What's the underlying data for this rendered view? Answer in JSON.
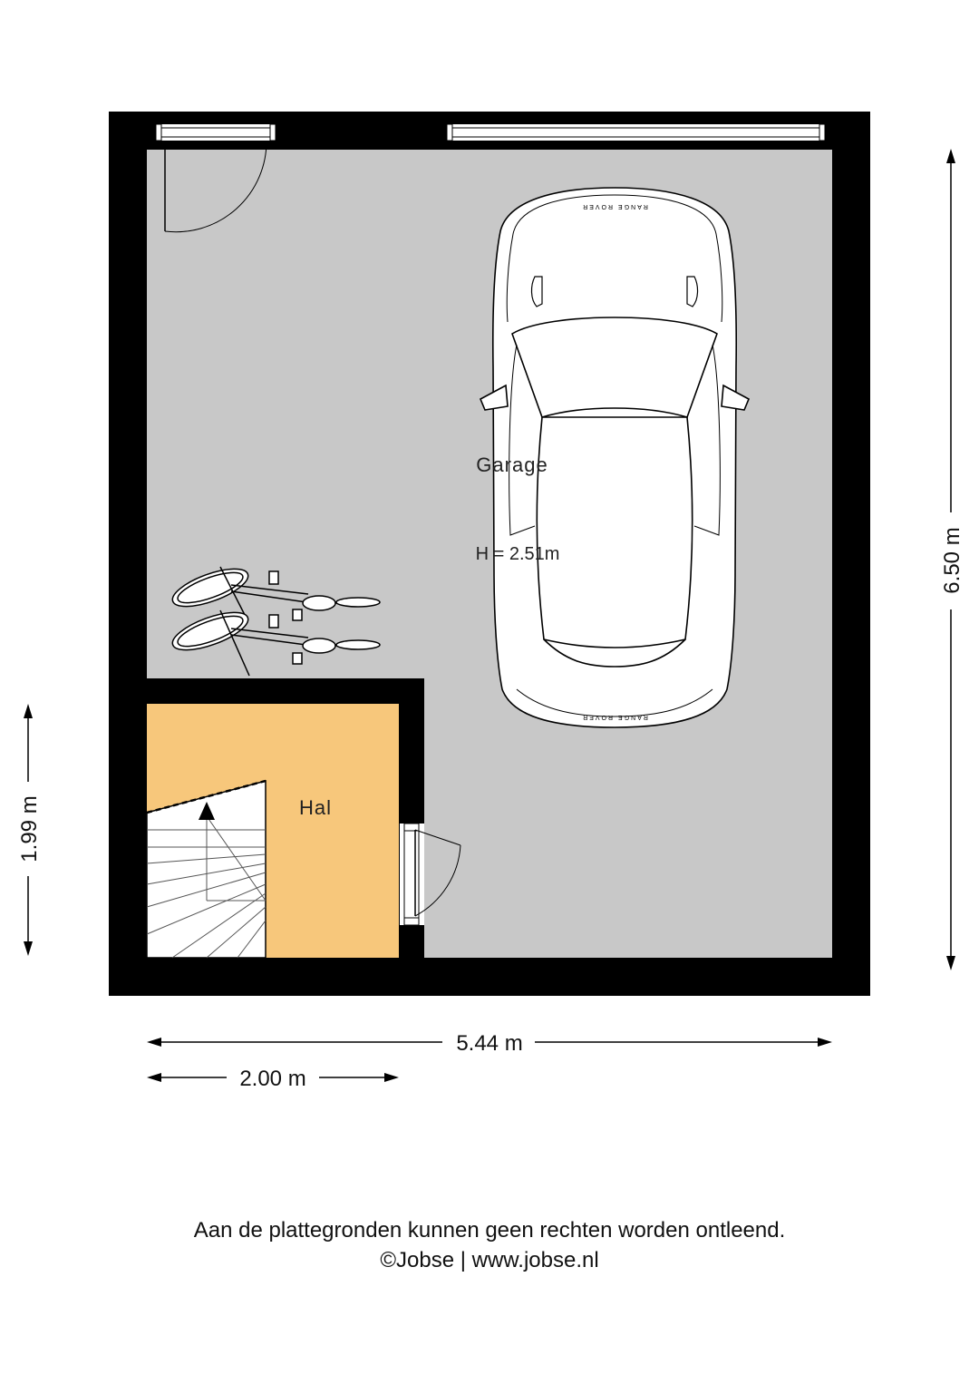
{
  "rooms": {
    "garage": {
      "name": "Garage",
      "height": "H = 2.51m"
    },
    "hal": {
      "name": "Hal"
    }
  },
  "dimensions": {
    "total_width": "5.44 m",
    "hal_width": "2.00 m",
    "total_depth": "6.50 m",
    "hal_depth": "1.99 m"
  },
  "car": {
    "brand_text": "RANGE ROVER"
  },
  "footer": {
    "disclaimer": "Aan de plattegronden kunnen geen rechten worden ontleend.",
    "copyright": "©Jobse | www.jobse.nl"
  },
  "colors": {
    "wall": "#000000",
    "garage_floor": "#c8c8c8",
    "hal_floor": "#f7c77b",
    "stairs": "#ffffff"
  }
}
